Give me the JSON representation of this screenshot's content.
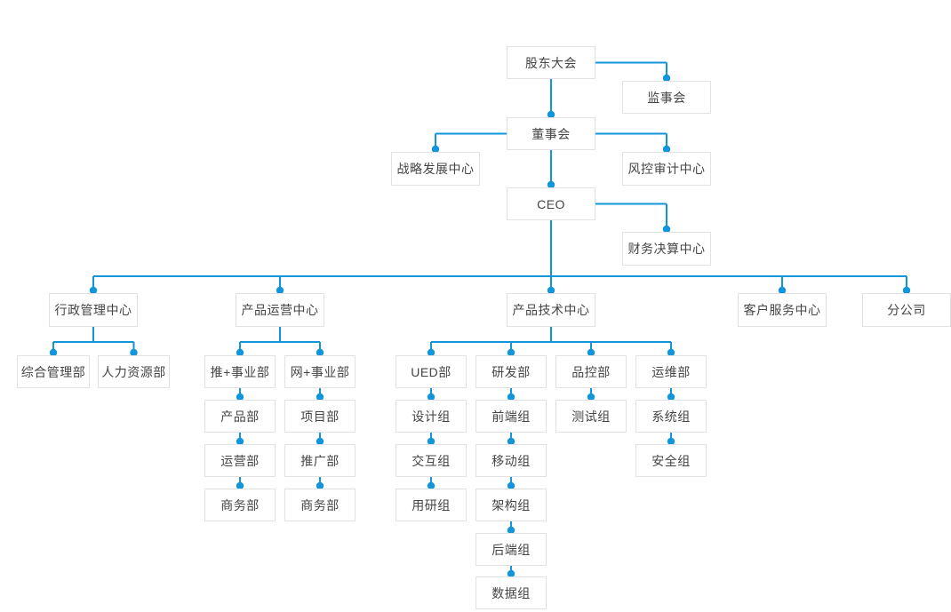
{
  "colors": {
    "line": "#1296db",
    "dot": "#1296db",
    "node_border": "#e2e2e2",
    "node_background": "#ffffff",
    "text": "#454545",
    "page_background": "#ffffff"
  },
  "org_chart": {
    "nodes": [
      {
        "id": "gudong",
        "label": "股东大会"
      },
      {
        "id": "jianshihui",
        "label": "监事会"
      },
      {
        "id": "dongshihui",
        "label": "董事会"
      },
      {
        "id": "zhanlve",
        "label": "战略发展中心"
      },
      {
        "id": "fengkong",
        "label": "风控审计中心"
      },
      {
        "id": "ceo",
        "label": "CEO"
      },
      {
        "id": "caiwu",
        "label": "财务决算中心"
      },
      {
        "id": "xingzheng",
        "label": "行政管理中心"
      },
      {
        "id": "yunying",
        "label": "产品运营中心"
      },
      {
        "id": "jishu",
        "label": "产品技术中心"
      },
      {
        "id": "kefu",
        "label": "客户服务中心"
      },
      {
        "id": "fengongsi",
        "label": "分公司"
      },
      {
        "id": "zonghe",
        "label": "综合管理部"
      },
      {
        "id": "renli",
        "label": "人力资源部"
      },
      {
        "id": "tui",
        "label": "推+事业部"
      },
      {
        "id": "wang",
        "label": "网+事业部"
      },
      {
        "id": "chanpinbu",
        "label": "产品部"
      },
      {
        "id": "xiangmubu",
        "label": "项目部"
      },
      {
        "id": "yunyingbu",
        "label": "运营部"
      },
      {
        "id": "tuiguangbu",
        "label": "推广部"
      },
      {
        "id": "shangwu1",
        "label": "商务部"
      },
      {
        "id": "shangwu2",
        "label": "商务部"
      },
      {
        "id": "ued",
        "label": "UED部"
      },
      {
        "id": "yanfa",
        "label": "研发部"
      },
      {
        "id": "pinkong",
        "label": "品控部"
      },
      {
        "id": "yunwei",
        "label": "运维部"
      },
      {
        "id": "sheji",
        "label": "设计组"
      },
      {
        "id": "jiaohu",
        "label": "交互组"
      },
      {
        "id": "yongyan",
        "label": "用研组"
      },
      {
        "id": "qianduan",
        "label": "前端组"
      },
      {
        "id": "yidong",
        "label": "移动组"
      },
      {
        "id": "jiagou",
        "label": "架构组"
      },
      {
        "id": "houduan",
        "label": "后端组"
      },
      {
        "id": "shuju",
        "label": "数据组"
      },
      {
        "id": "ceshi",
        "label": "测试组"
      },
      {
        "id": "xitong",
        "label": "系统组"
      },
      {
        "id": "anquan",
        "label": "安全组"
      }
    ],
    "edges": [
      {
        "from": "gudong",
        "to": "jianshihui"
      },
      {
        "from": "gudong",
        "to": "dongshihui"
      },
      {
        "from": "dongshihui",
        "to": "zhanlve"
      },
      {
        "from": "dongshihui",
        "to": "fengkong"
      },
      {
        "from": "dongshihui",
        "to": "ceo"
      },
      {
        "from": "ceo",
        "to": "caiwu"
      },
      {
        "from": "ceo",
        "to": "xingzheng"
      },
      {
        "from": "ceo",
        "to": "yunying"
      },
      {
        "from": "ceo",
        "to": "jishu"
      },
      {
        "from": "ceo",
        "to": "kefu"
      },
      {
        "from": "ceo",
        "to": "fengongsi"
      },
      {
        "from": "xingzheng",
        "to": "zonghe"
      },
      {
        "from": "xingzheng",
        "to": "renli"
      },
      {
        "from": "yunying",
        "to": "tui"
      },
      {
        "from": "yunying",
        "to": "wang"
      },
      {
        "from": "tui",
        "to": "chanpinbu"
      },
      {
        "from": "chanpinbu",
        "to": "yunyingbu"
      },
      {
        "from": "yunyingbu",
        "to": "shangwu1"
      },
      {
        "from": "wang",
        "to": "xiangmubu"
      },
      {
        "from": "xiangmubu",
        "to": "tuiguangbu"
      },
      {
        "from": "tuiguangbu",
        "to": "shangwu2"
      },
      {
        "from": "jishu",
        "to": "ued"
      },
      {
        "from": "jishu",
        "to": "yanfa"
      },
      {
        "from": "jishu",
        "to": "pinkong"
      },
      {
        "from": "jishu",
        "to": "yunwei"
      },
      {
        "from": "ued",
        "to": "sheji"
      },
      {
        "from": "sheji",
        "to": "jiaohu"
      },
      {
        "from": "jiaohu",
        "to": "yongyan"
      },
      {
        "from": "yanfa",
        "to": "qianduan"
      },
      {
        "from": "qianduan",
        "to": "yidong"
      },
      {
        "from": "yidong",
        "to": "jiagou"
      },
      {
        "from": "jiagou",
        "to": "houduan"
      },
      {
        "from": "houduan",
        "to": "shuju"
      },
      {
        "from": "pinkong",
        "to": "ceshi"
      },
      {
        "from": "yunwei",
        "to": "xitong"
      },
      {
        "from": "xitong",
        "to": "anquan"
      }
    ]
  }
}
